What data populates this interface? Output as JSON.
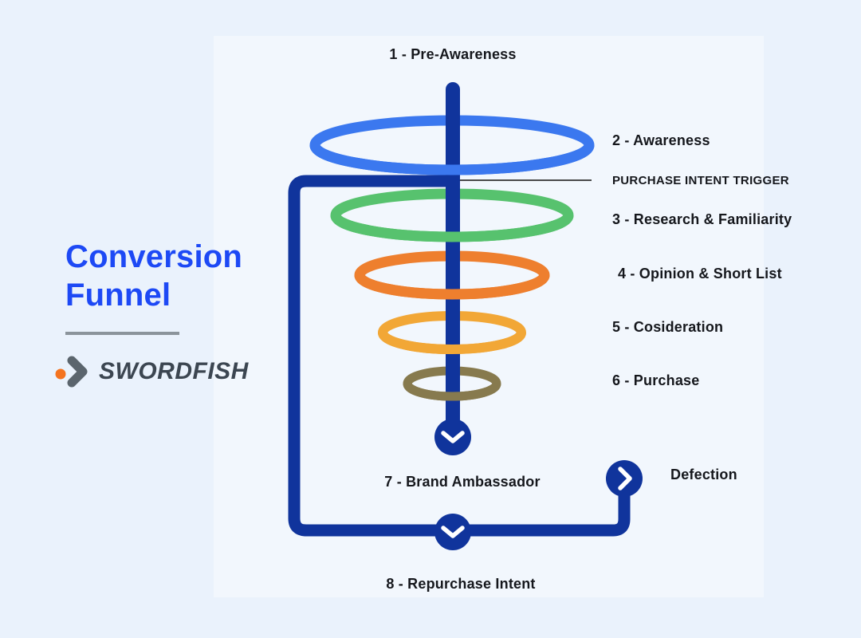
{
  "page": {
    "background": "#eaf2fc",
    "panel_background": "#f2f7fd"
  },
  "sidebar": {
    "title": "Conversion Funnel",
    "title_color": "#1d49f5",
    "brand": {
      "name": "SWORDFISH",
      "dot_color": "#f4731f",
      "chevron_color": "#5b656d",
      "text_color": "#3c4651"
    }
  },
  "diagram": {
    "axis_color": "#10349c",
    "trigger_line_color": "#4a4a4a",
    "chevron_glyph_color": "#ffffff",
    "labels": {
      "step1": "1 - Pre-Awareness",
      "step2": "2 - Awareness",
      "trigger": "PURCHASE INTENT TRIGGER",
      "step3": "3 - Research & Familiarity",
      "step4": "4 - Opinion & Short List",
      "step5": "5 - Cosideration",
      "step6": "6 - Purchase",
      "step7": "7 - Brand Ambassador",
      "defection": "Defection",
      "step8": "8 - Repurchase Intent"
    },
    "rings": [
      {
        "label": "2 - Awareness",
        "color": "#3b78ef"
      },
      {
        "label": "3 - Research & Familiarity",
        "color": "#57c26e"
      },
      {
        "label": "4 - Opinion & Short List",
        "color": "#ee7f2e"
      },
      {
        "label": "5 - Cosideration",
        "color": "#f2a736"
      },
      {
        "label": "6 - Purchase",
        "color": "#877a4e"
      }
    ]
  }
}
